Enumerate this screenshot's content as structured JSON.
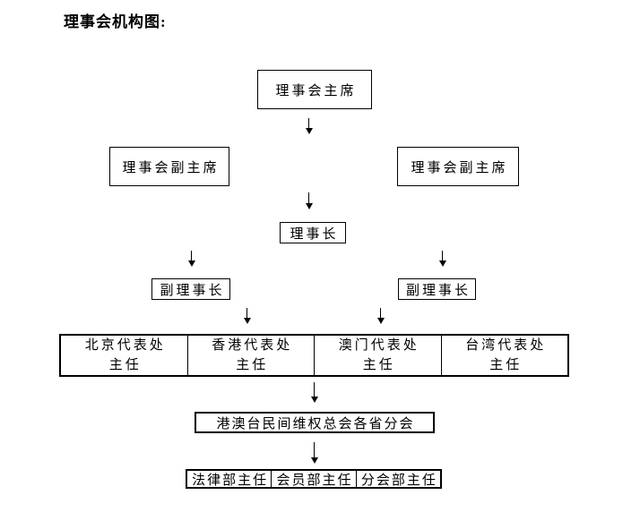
{
  "title": "理事会机构图:",
  "org": {
    "chairman": "理事会主席",
    "vice_chairman_left": "理事会副主席",
    "vice_chairman_right": "理事会副主席",
    "director_general": "理事长",
    "deputy_director_left": "副理事长",
    "deputy_director_right": "副理事长",
    "representative_offices": [
      {
        "name": "北京代表处",
        "role": "主任"
      },
      {
        "name": "香港代表处",
        "role": "主任"
      },
      {
        "name": "澳门代表处",
        "role": "主任"
      },
      {
        "name": "台湾代表处",
        "role": "主任"
      }
    ],
    "provincial_branches": "港澳台民间维权总会各省分会",
    "departments": [
      "法律部主任",
      "会员部主任",
      "分会部主任"
    ]
  },
  "colors": {
    "background": "#ffffff",
    "line": "#000000",
    "text": "#000000"
  }
}
